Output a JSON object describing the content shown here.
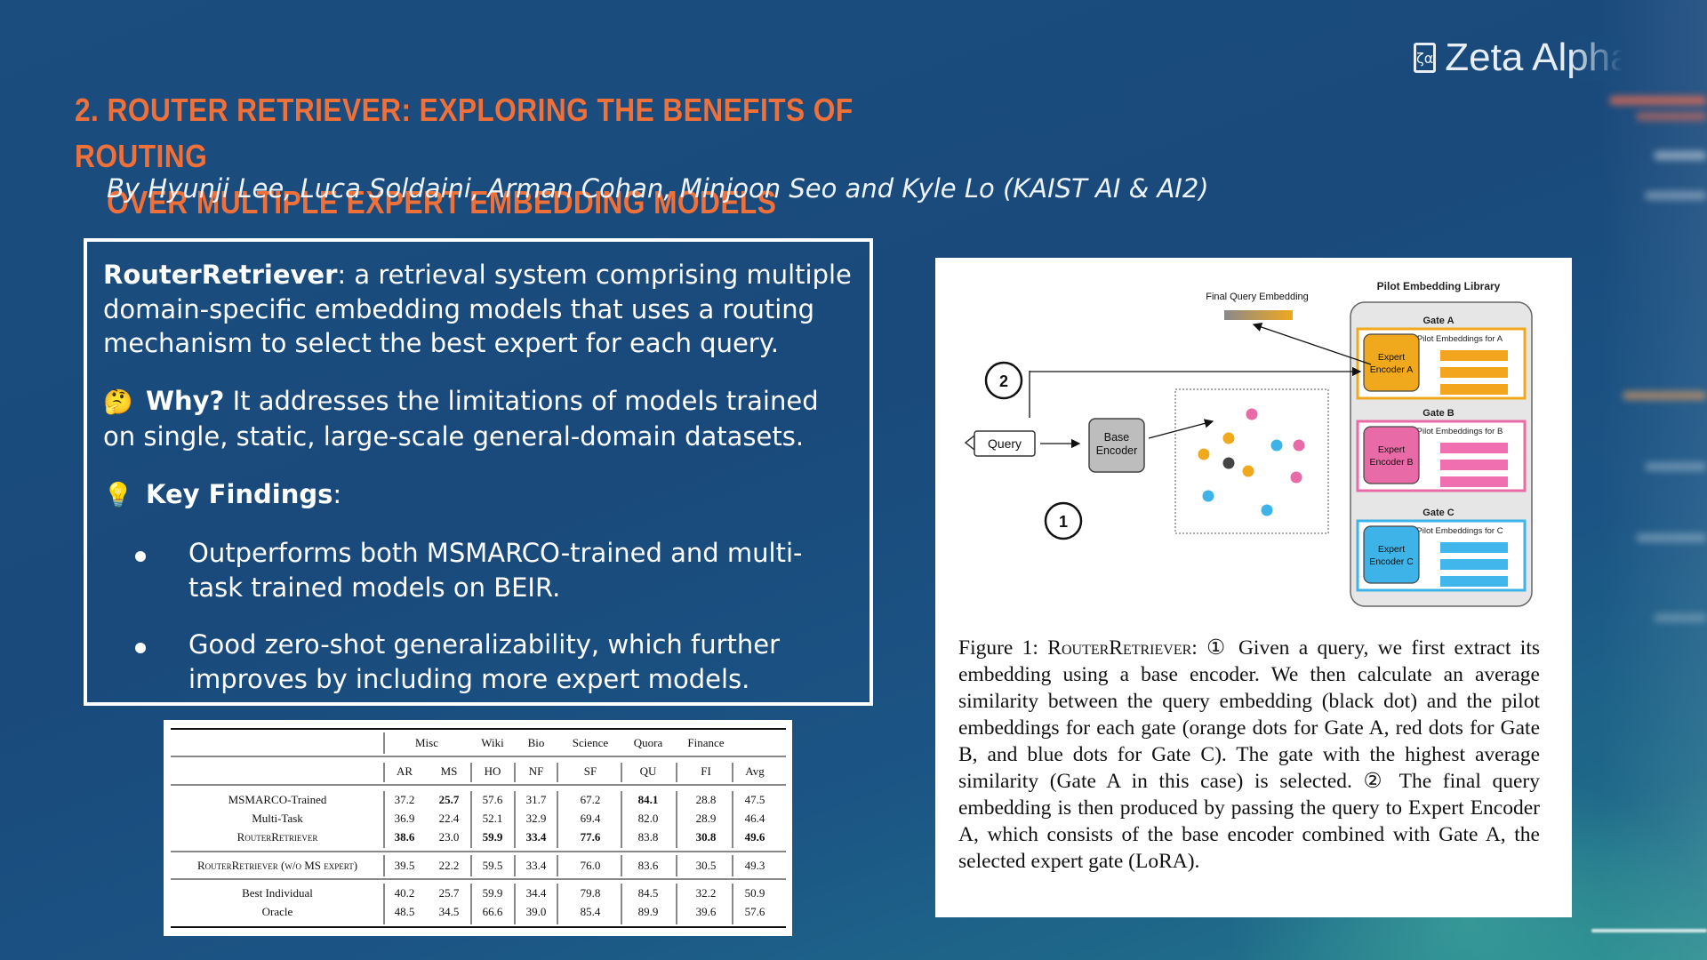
{
  "brand": {
    "name": "Zeta Alpha",
    "icon": "zeta-alpha-logo-icon"
  },
  "title": {
    "line1": "2. ROUTER RETRIEVER: EXPLORING THE BENEFITS OF ROUTING",
    "line2": "OVER MULTIPLE EXPERT EMBEDDING MODELS"
  },
  "authors": "By Hyunji Lee, Luca Soldaini, Arman Cohan, Minjoon Seo and Kyle Lo (KAIST AI & AI2)",
  "summary": {
    "intro_term": "RouterRetriever",
    "intro_text": ": a retrieval system comprising multiple domain-specific embedding models that uses a routing mechanism to select the best expert for each query.",
    "why_emoji": "🤔",
    "why_label": "Why?",
    "why_text": " It addresses the limitations of models trained on single, static, large-scale general-domain datasets.",
    "findings_emoji": "💡",
    "findings_label": "Key Findings",
    "findings_colon": ":",
    "bullets": [
      "Outperforms both MSMARCO-trained and multi-task trained models on BEIR.",
      "Good zero-shot generalizability, which further improves by including more expert models."
    ]
  },
  "table": {
    "groups": [
      "Misc",
      "Wiki",
      "Bio",
      "Science",
      "Quora",
      "Finance"
    ],
    "columns": [
      "AR",
      "MS",
      "HO",
      "NF",
      "SF",
      "QU",
      "FI",
      "Avg"
    ],
    "rows": [
      {
        "name": "MSMARCO-Trained",
        "values": [
          "37.2",
          "25.7",
          "57.6",
          "31.7",
          "67.2",
          "84.1",
          "28.8",
          "47.5"
        ],
        "bold": [
          1,
          5
        ]
      },
      {
        "name": "Multi-Task",
        "values": [
          "36.9",
          "22.4",
          "52.1",
          "32.9",
          "69.4",
          "82.0",
          "28.9",
          "46.4"
        ],
        "bold": []
      },
      {
        "name": "RouterRetriever",
        "values": [
          "38.6",
          "23.0",
          "59.9",
          "33.4",
          "77.6",
          "83.8",
          "30.8",
          "49.6"
        ],
        "bold": [
          0,
          2,
          3,
          4,
          6,
          7
        ]
      },
      {
        "name": "RouterRetriever (w/o MS expert)",
        "values": [
          "39.5",
          "22.2",
          "59.5",
          "33.4",
          "76.0",
          "83.6",
          "30.5",
          "49.3"
        ],
        "bold": []
      },
      {
        "name": "Best Individual",
        "values": [
          "40.2",
          "25.7",
          "59.9",
          "34.4",
          "79.8",
          "84.5",
          "32.2",
          "50.9"
        ],
        "bold": []
      },
      {
        "name": "Oracle",
        "values": [
          "48.5",
          "34.5",
          "66.6",
          "39.0",
          "85.4",
          "89.9",
          "39.6",
          "57.6"
        ],
        "bold": []
      }
    ]
  },
  "diagram": {
    "final_query_embedding": "Final Query Embedding",
    "library_title": "Pilot Embedding Library",
    "query": "Query",
    "base_encoder_l1": "Base",
    "base_encoder_l2": "Encoder",
    "step1": "1",
    "step2": "2",
    "gates": [
      {
        "name": "Gate A",
        "pilot": "Pilot Embeddings for A",
        "expert_l1": "Expert",
        "expert_l2": "Encoder A",
        "color": "#f0a81c",
        "bar": "#f4a51e"
      },
      {
        "name": "Gate B",
        "pilot": "Pilot Embeddings for B",
        "expert_l1": "Expert",
        "expert_l2": "Encoder B",
        "color": "#e86aa6",
        "bar": "#ef6fb0"
      },
      {
        "name": "Gate C",
        "pilot": "Pilot Embeddings for C",
        "expert_l1": "Expert",
        "expert_l2": "Encoder C",
        "color": "#3db3e8",
        "bar": "#41b6ec"
      }
    ]
  },
  "caption": {
    "fig": "Figure 1: ",
    "name": "RouterRetriever",
    "p1": ": ① Given a query, we first extract its embedding using a base encoder. We then calculate an average similarity between the query embedding (black dot) and the pilot embeddings for each gate (orange dots for Gate A, red dots for Gate B, and blue dots for Gate C). The gate with the highest average similarity (Gate A in this case) is selected. ② The final query embedding is then produced by passing the query to Expert Encoder A, which consists of the base encoder combined with Gate A, the selected expert gate (LoRA)."
  }
}
